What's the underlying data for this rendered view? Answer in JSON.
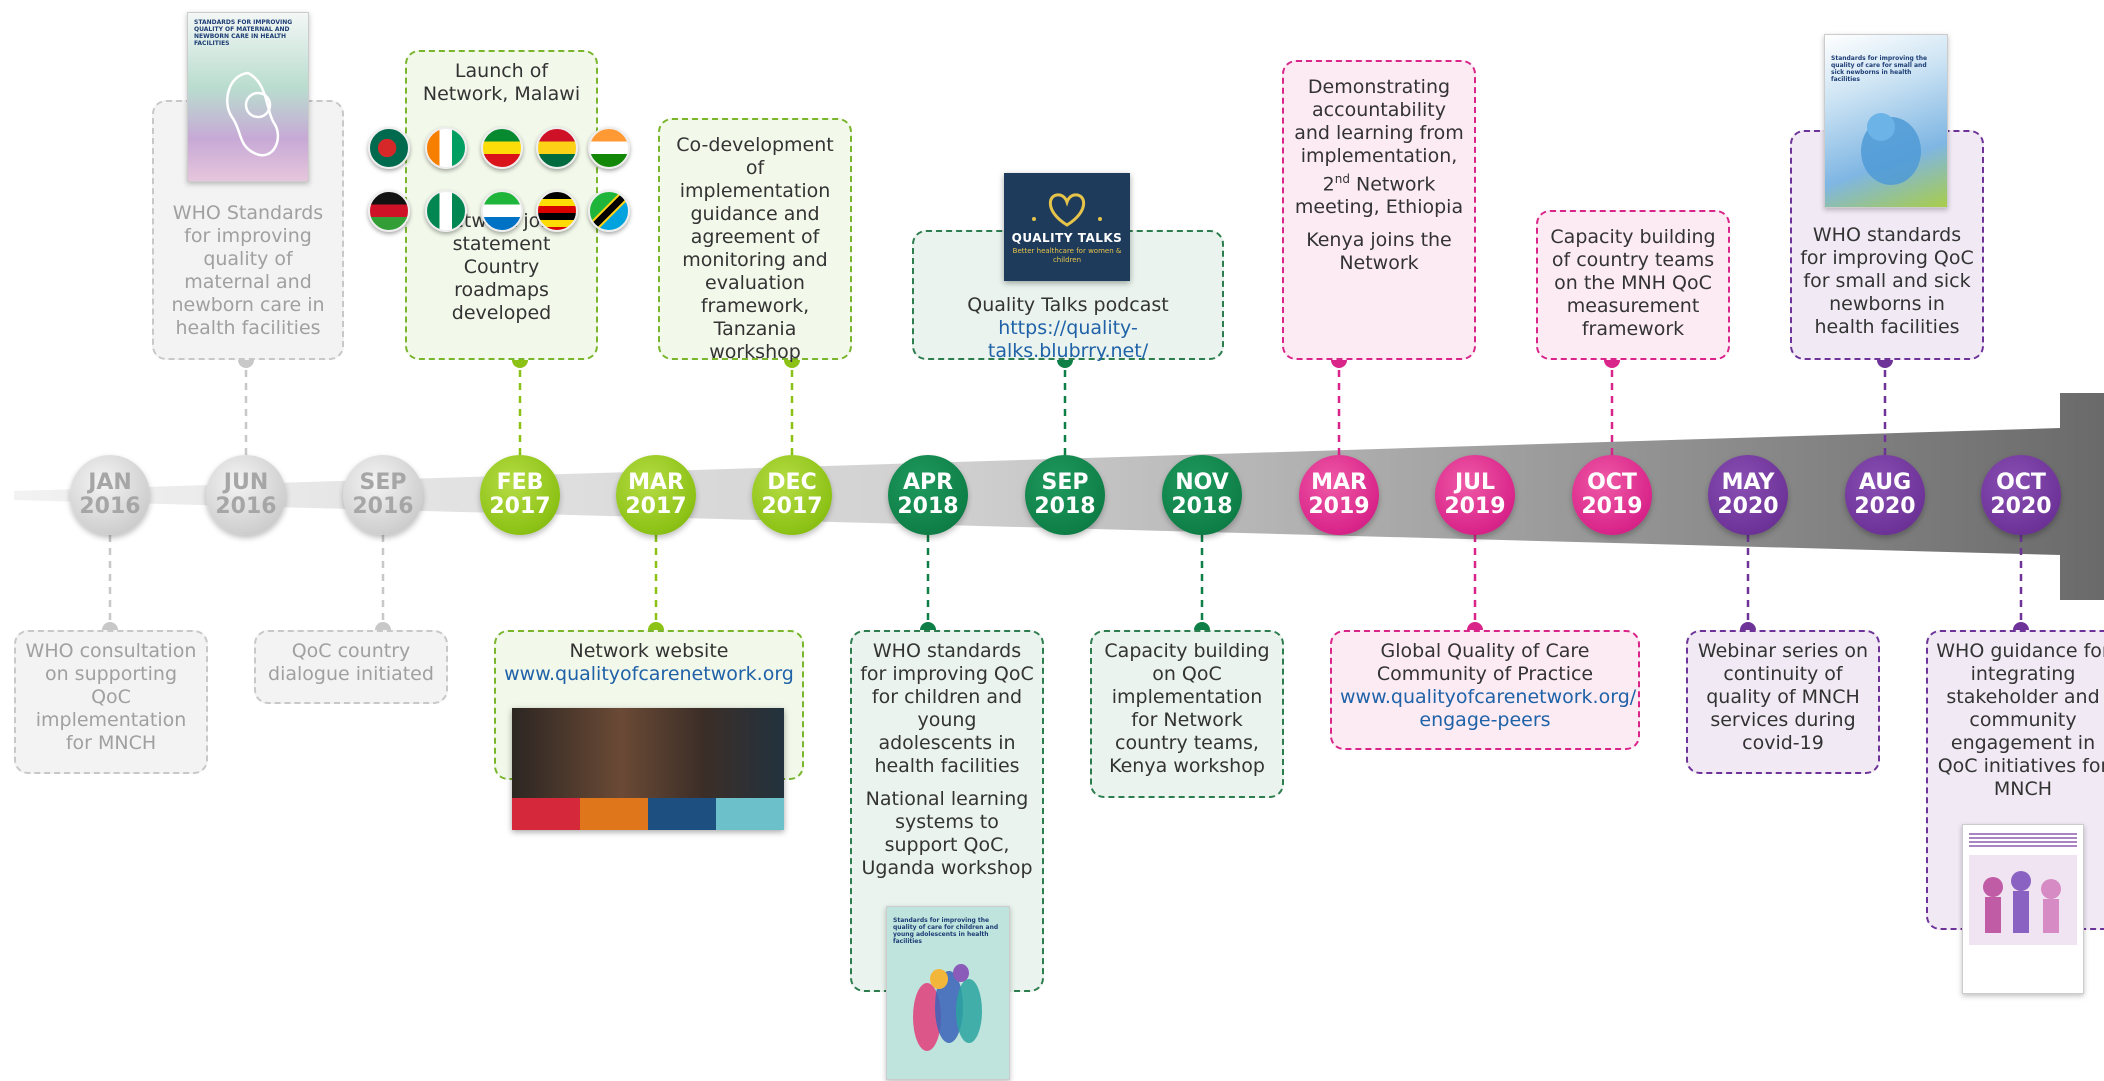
{
  "colors": {
    "grey": "#c8c8c8",
    "lime": "#8cc215",
    "green": "#0e7f47",
    "pink": "#d9248a",
    "purple": "#6e3398",
    "link": "#1f62a8"
  },
  "milestones": [
    {
      "month": "JAN",
      "year": "2016"
    },
    {
      "month": "JUN",
      "year": "2016"
    },
    {
      "month": "SEP",
      "year": "2016"
    },
    {
      "month": "FEB",
      "year": "2017"
    },
    {
      "month": "MAR",
      "year": "2017"
    },
    {
      "month": "DEC",
      "year": "2017"
    },
    {
      "month": "APR",
      "year": "2018"
    },
    {
      "month": "SEP",
      "year": "2018"
    },
    {
      "month": "NOV",
      "year": "2018"
    },
    {
      "month": "MAR",
      "year": "2019"
    },
    {
      "month": "JUL",
      "year": "2019"
    },
    {
      "month": "OCT",
      "year": "2019"
    },
    {
      "month": "MAY",
      "year": "2020"
    },
    {
      "month": "AUG",
      "year": "2020"
    },
    {
      "month": "OCT",
      "year": "2020"
    }
  ],
  "events_top": {
    "jun2016": "WHO Standards for improving quality of maternal and newborn care in health facilities",
    "feb2017_title": "Launch of Network, Malawi",
    "feb2017_body": "Network joint statement Country roadmaps developed",
    "dec2017": "Co-development of implementation guidance and agreement of monitoring and evaluation framework, Tanzania workshop",
    "sep2018_title": "Quality Talks podcast",
    "sep2018_link": "https://quality-talks.blubrry.net/",
    "mar2019_a": "Demonstrating accountability and learning from implementation,",
    "mar2019_sup_pre": "2",
    "mar2019_sup": "nd",
    "mar2019_b": " Network meeting, Ethiopia",
    "mar2019_c": "Kenya joins the Network",
    "oct2019": "Capacity building of country teams on the MNH QoC measurement framework",
    "aug2020": "WHO standards for improving QoC for small and sick newborns in health facilities"
  },
  "events_bottom": {
    "jan2016": "WHO consultation on supporting QoC implementation for MNCH",
    "sep2016": "QoC country dialogue initiated",
    "mar2017_title": "Network website",
    "mar2017_link": "www.qualityofcarenetwork.org",
    "apr2018_a": "WHO standards for improving QoC for children and young adolescents in health facilities",
    "apr2018_b": "National learning systems to support QoC, Uganda workshop",
    "nov2018": "Capacity building on QoC implementation for Network country teams, Kenya workshop",
    "jul2019_title": "Global Quality of Care Community of Practice",
    "jul2019_link1": "www.qualityofcarenetwork.org/",
    "jul2019_link2": "engage-peers",
    "may2020": "Webinar series on continuity of quality of MNCH services during covid-19",
    "oct2020": "WHO guidance for integrating stakeholder and community engagement in QoC initiatives for MNCH"
  },
  "images": {
    "cover_mnh_title": "STANDARDS FOR IMPROVING QUALITY OF MATERNAL AND NEWBORN CARE IN HEALTH FACILITIES",
    "cover_newborn_title": "Standards for improving the quality of care for small and sick newborns in health facilities",
    "cover_children_title": "Standards for improving the quality of care for children and young adolescents in health facilities",
    "podcast_title": "QUALITY TALKS",
    "podcast_sub": "Better healthcare for women & children",
    "flags": [
      "bangladesh-flag-icon",
      "cote-divoire-flag-icon",
      "ethiopia-flag-icon",
      "ghana-flag-icon",
      "india-flag-icon",
      "malawi-flag-icon",
      "nigeria-flag-icon",
      "sierra-leone-flag-icon",
      "uganda-flag-icon",
      "tanzania-flag-icon",
      "kenya-flag-icon"
    ]
  }
}
